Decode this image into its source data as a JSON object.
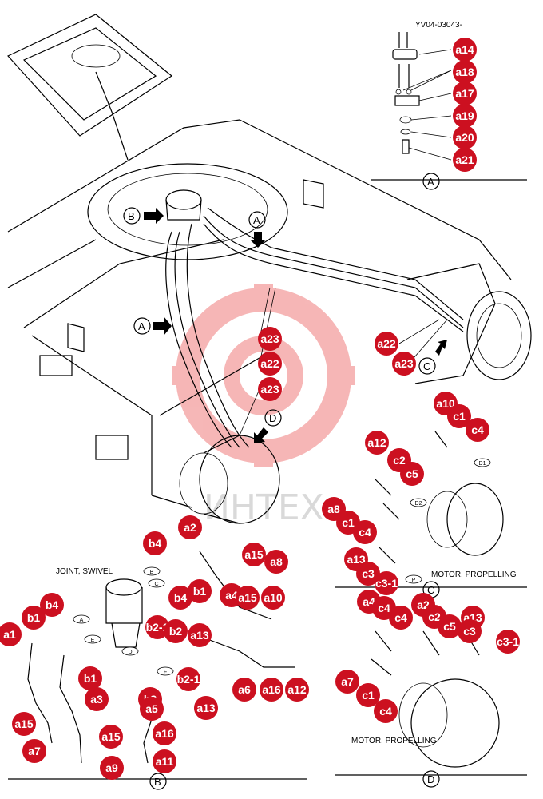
{
  "drawing_code": "YV04-03043-",
  "watermark": "ИНТЕХ",
  "captions": {
    "joint_swivel": "JOINT, SWIVEL",
    "motor_propelling_c": "MOTOR, PROPELLING",
    "motor_propelling_d": "MOTOR, PROPELLING"
  },
  "view_letters": {
    "a": "A",
    "b": "B",
    "c": "C",
    "d": "D"
  },
  "small_letters": [
    "A",
    "B",
    "C",
    "D",
    "E",
    "F",
    "P",
    "D1",
    "D2"
  ],
  "colors": {
    "callout": "#cc1020",
    "watermark_gear": "#e63030",
    "line": "#000000"
  },
  "callouts": [
    "a14",
    "a18",
    "a17",
    "a19",
    "a20",
    "a21",
    "a23",
    "a22",
    "a23",
    "a22",
    "a23",
    "a10",
    "c1",
    "c4",
    "a12",
    "c2",
    "c5",
    "a8",
    "c1",
    "c4",
    "a13",
    "c3",
    "c3-1",
    "a2",
    "b4",
    "a15",
    "a8",
    "a4",
    "a15",
    "a10",
    "b1",
    "b4",
    "a1",
    "b1",
    "b4",
    "b2-1",
    "a13",
    "b2",
    "b2-1",
    "b1",
    "a3",
    "b3",
    "a5",
    "a13",
    "a6",
    "a16",
    "a12",
    "a15",
    "a7",
    "a15",
    "a16",
    "a9",
    "a11",
    "a4",
    "c4",
    "a2",
    "c4",
    "c2",
    "c5",
    "a13",
    "c3",
    "c3-1",
    "a7",
    "c1",
    "c4"
  ]
}
